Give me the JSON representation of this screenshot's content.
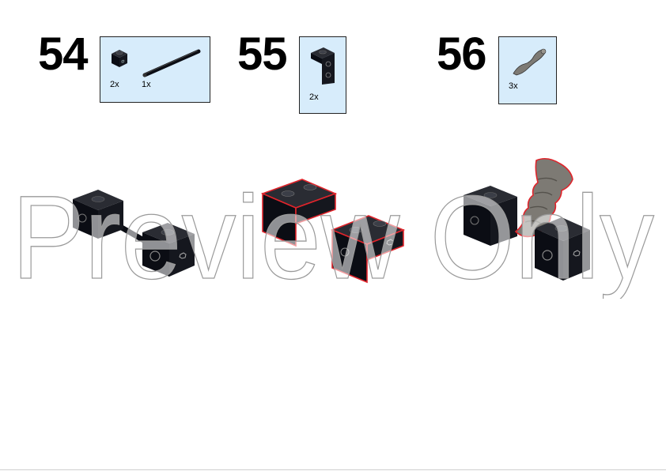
{
  "steps": [
    {
      "number": "54",
      "parts": [
        {
          "icon": "black-brick-icon",
          "qty": "2x"
        },
        {
          "icon": "black-bar-icon",
          "qty": "1x"
        }
      ]
    },
    {
      "number": "55",
      "parts": [
        {
          "icon": "black-bracket-icon",
          "qty": "2x"
        }
      ]
    },
    {
      "number": "56",
      "parts": [
        {
          "icon": "gray-leaf-icon",
          "qty": "3x"
        }
      ]
    }
  ],
  "watermark": "Preview Only",
  "colors": {
    "parts_box_bg": "#d7ecfb",
    "brick": "#0b0d14",
    "highlight": "#e0242b",
    "leaf_gray": "#7d7a74"
  }
}
